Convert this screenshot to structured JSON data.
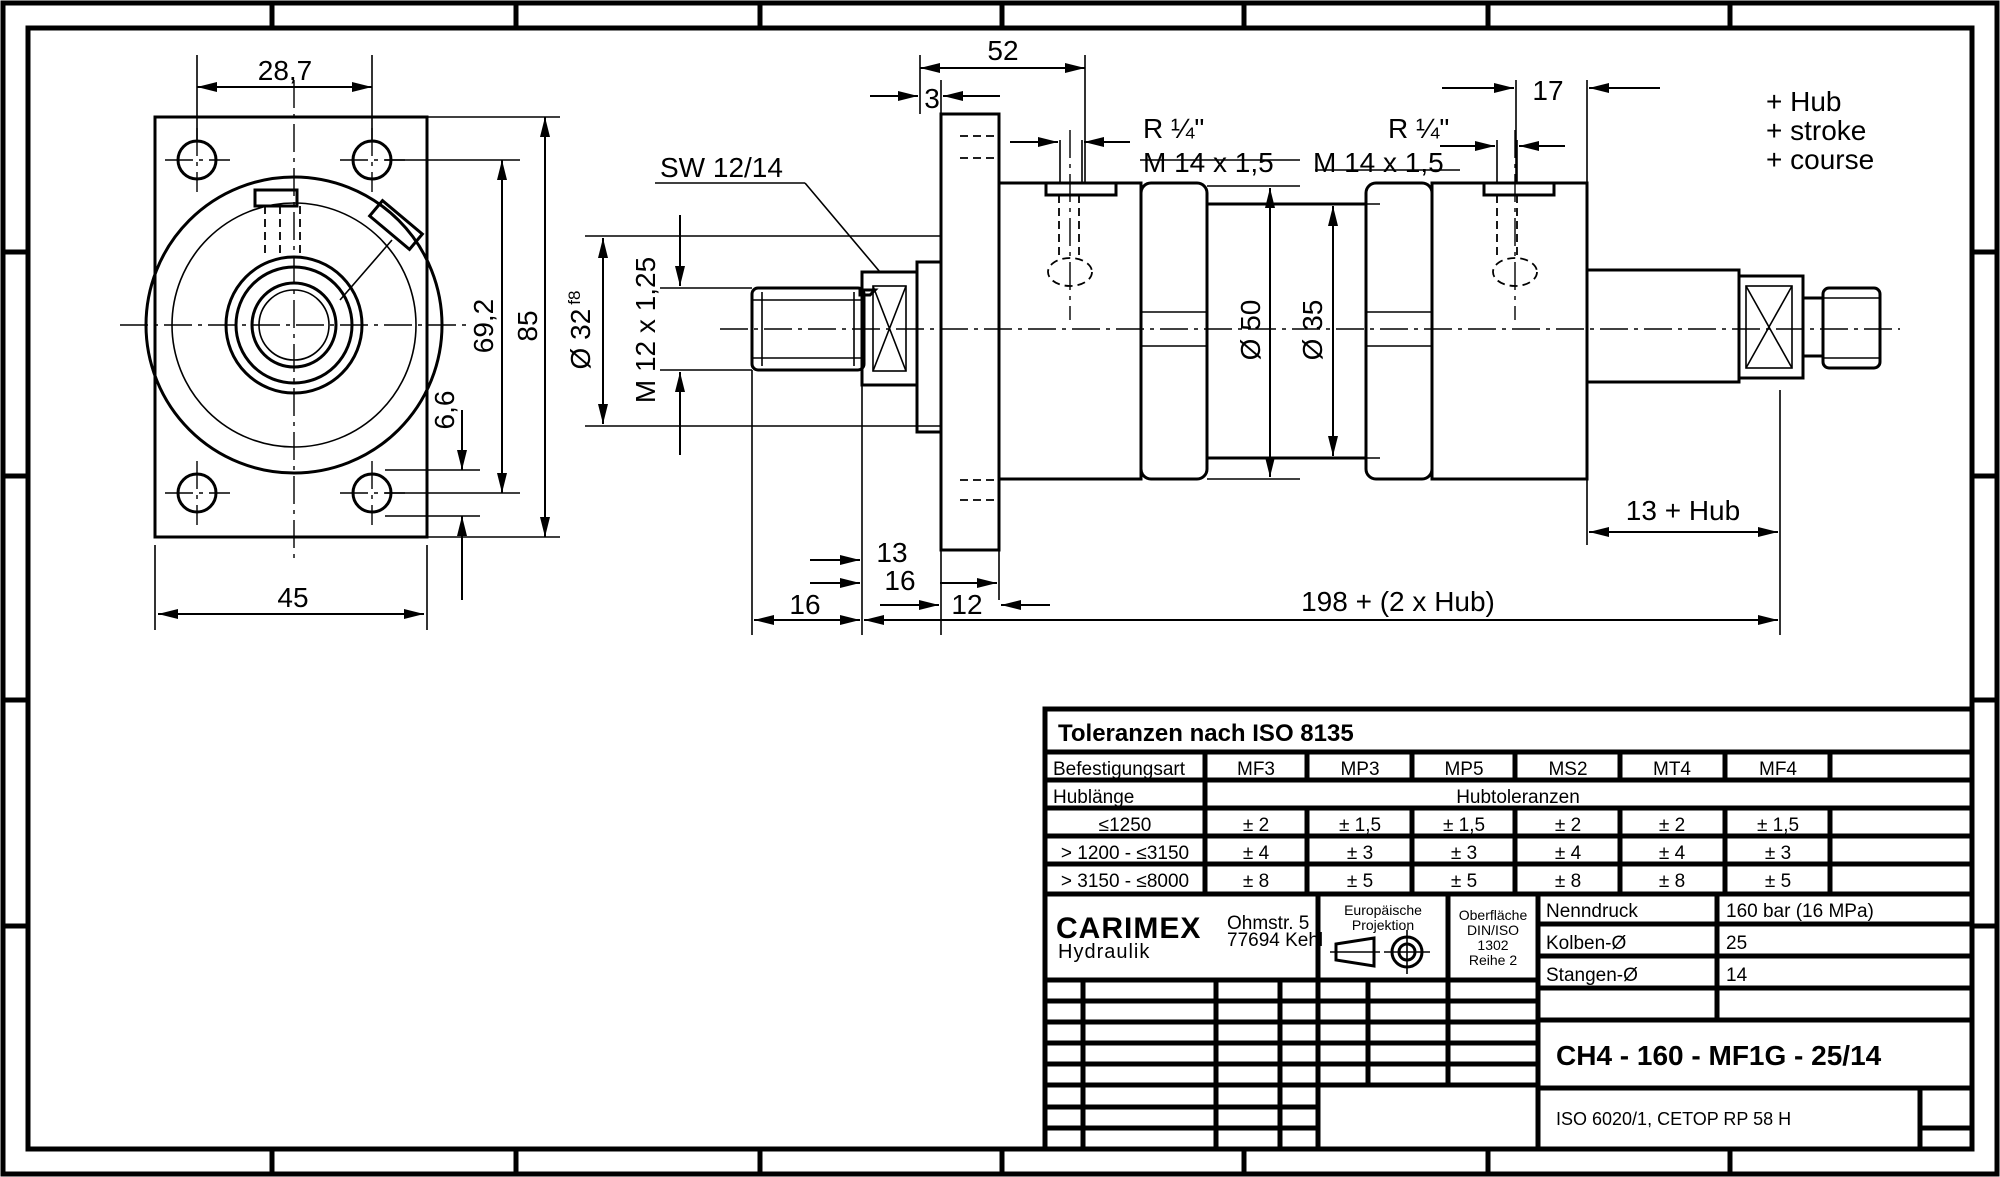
{
  "dimensions": {
    "d28_7": "28,7",
    "d45": "45",
    "d69_2": "69,2",
    "d85": "85",
    "d6_6": "6,6",
    "d52": "52",
    "d3": "3",
    "sw": "SW 12/14",
    "dia32": "Ø 32",
    "dia32_tol": "f8",
    "m12": "M 12 x 1,25",
    "r14_a": "R ¼\"",
    "m14_a": "M 14 x 1,5",
    "r14_b": "R ¼\"",
    "m14_b": "M 14 x 1,5",
    "d17": "17",
    "dia50": "Ø 50",
    "dia35": "Ø 35",
    "d13": "13",
    "d16a": "16",
    "d16b": "16",
    "d12": "12",
    "d13hub": "13 + Hub",
    "d198": "198 + (2 x Hub)"
  },
  "stroke_note": [
    "+ Hub",
    "+ stroke",
    "+ course"
  ],
  "tolerance_table": {
    "title": "Toleranzen nach ISO 8135",
    "row_header_mount": "Befestigungsart",
    "mounts": [
      "MF3",
      "MP3",
      "MP5",
      "MS2",
      "MT4",
      "MF4"
    ],
    "row_header_length": "Hublänge",
    "span_label": "Hubtoleranzen",
    "rows": [
      {
        "range": "≤1250",
        "values": [
          "± 2",
          "± 1,5",
          "± 1,5",
          "± 2",
          "± 2",
          "± 1,5"
        ]
      },
      {
        "range": "> 1200 - ≤3150",
        "values": [
          "± 4",
          "± 3",
          "± 3",
          "± 4",
          "± 4",
          "± 3"
        ]
      },
      {
        "range": "> 3150 - ≤8000",
        "values": [
          "± 8",
          "± 5",
          "± 5",
          "± 8",
          "± 8",
          "± 5"
        ]
      }
    ]
  },
  "company": {
    "name": "CARIMEX",
    "division": "Hydraulik",
    "street": "Ohmstr. 5",
    "city": "77694 Kehl"
  },
  "projection": {
    "line1": "Europäische",
    "line2": "Projektion"
  },
  "surface": {
    "l1": "Oberfläche",
    "l2": "DIN/ISO",
    "l3": "1302",
    "l4": "Reihe 2"
  },
  "specs": [
    {
      "label": "Nenndruck",
      "value": "160 bar (16 MPa)"
    },
    {
      "label": "Kolben-Ø",
      "value": "25"
    },
    {
      "label": "Stangen-Ø",
      "value": "14"
    }
  ],
  "part_number": "CH4 - 160 - MF1G - 25/14",
  "standard": "ISO 6020/1, CETOP RP 58 H"
}
